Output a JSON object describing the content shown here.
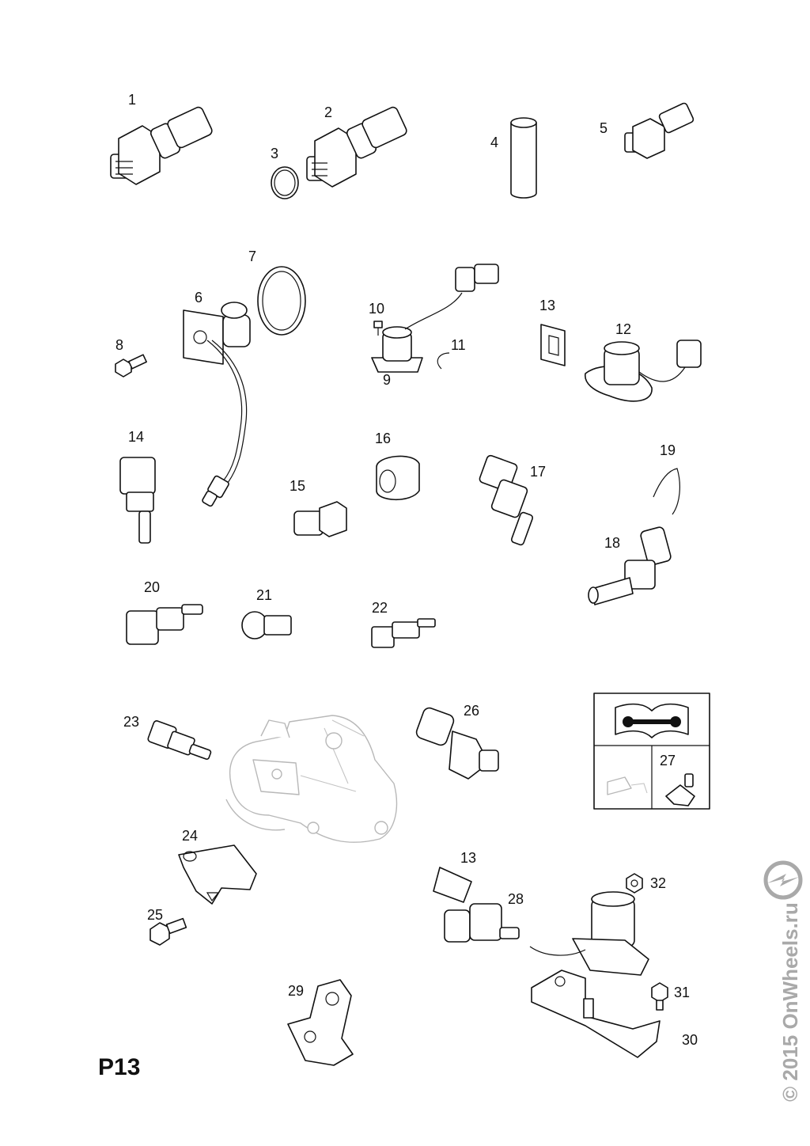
{
  "page_code": "P13",
  "watermark": "© 2015 OnWheels.ru",
  "logo": "opel-logo-icon",
  "callouts": [
    "1",
    "2",
    "3",
    "4",
    "5",
    "6",
    "7",
    "8",
    "9",
    "10",
    "11",
    "12",
    "13",
    "14",
    "15",
    "16",
    "17",
    "18",
    "19",
    "20",
    "21",
    "22",
    "23",
    "24",
    "25",
    "26",
    "27",
    "28",
    "29",
    "30",
    "31",
    "32",
    "13"
  ],
  "service_box": {
    "icons": [
      "manual-wrench-icon",
      "oil-can-icon"
    ],
    "label": "27"
  }
}
